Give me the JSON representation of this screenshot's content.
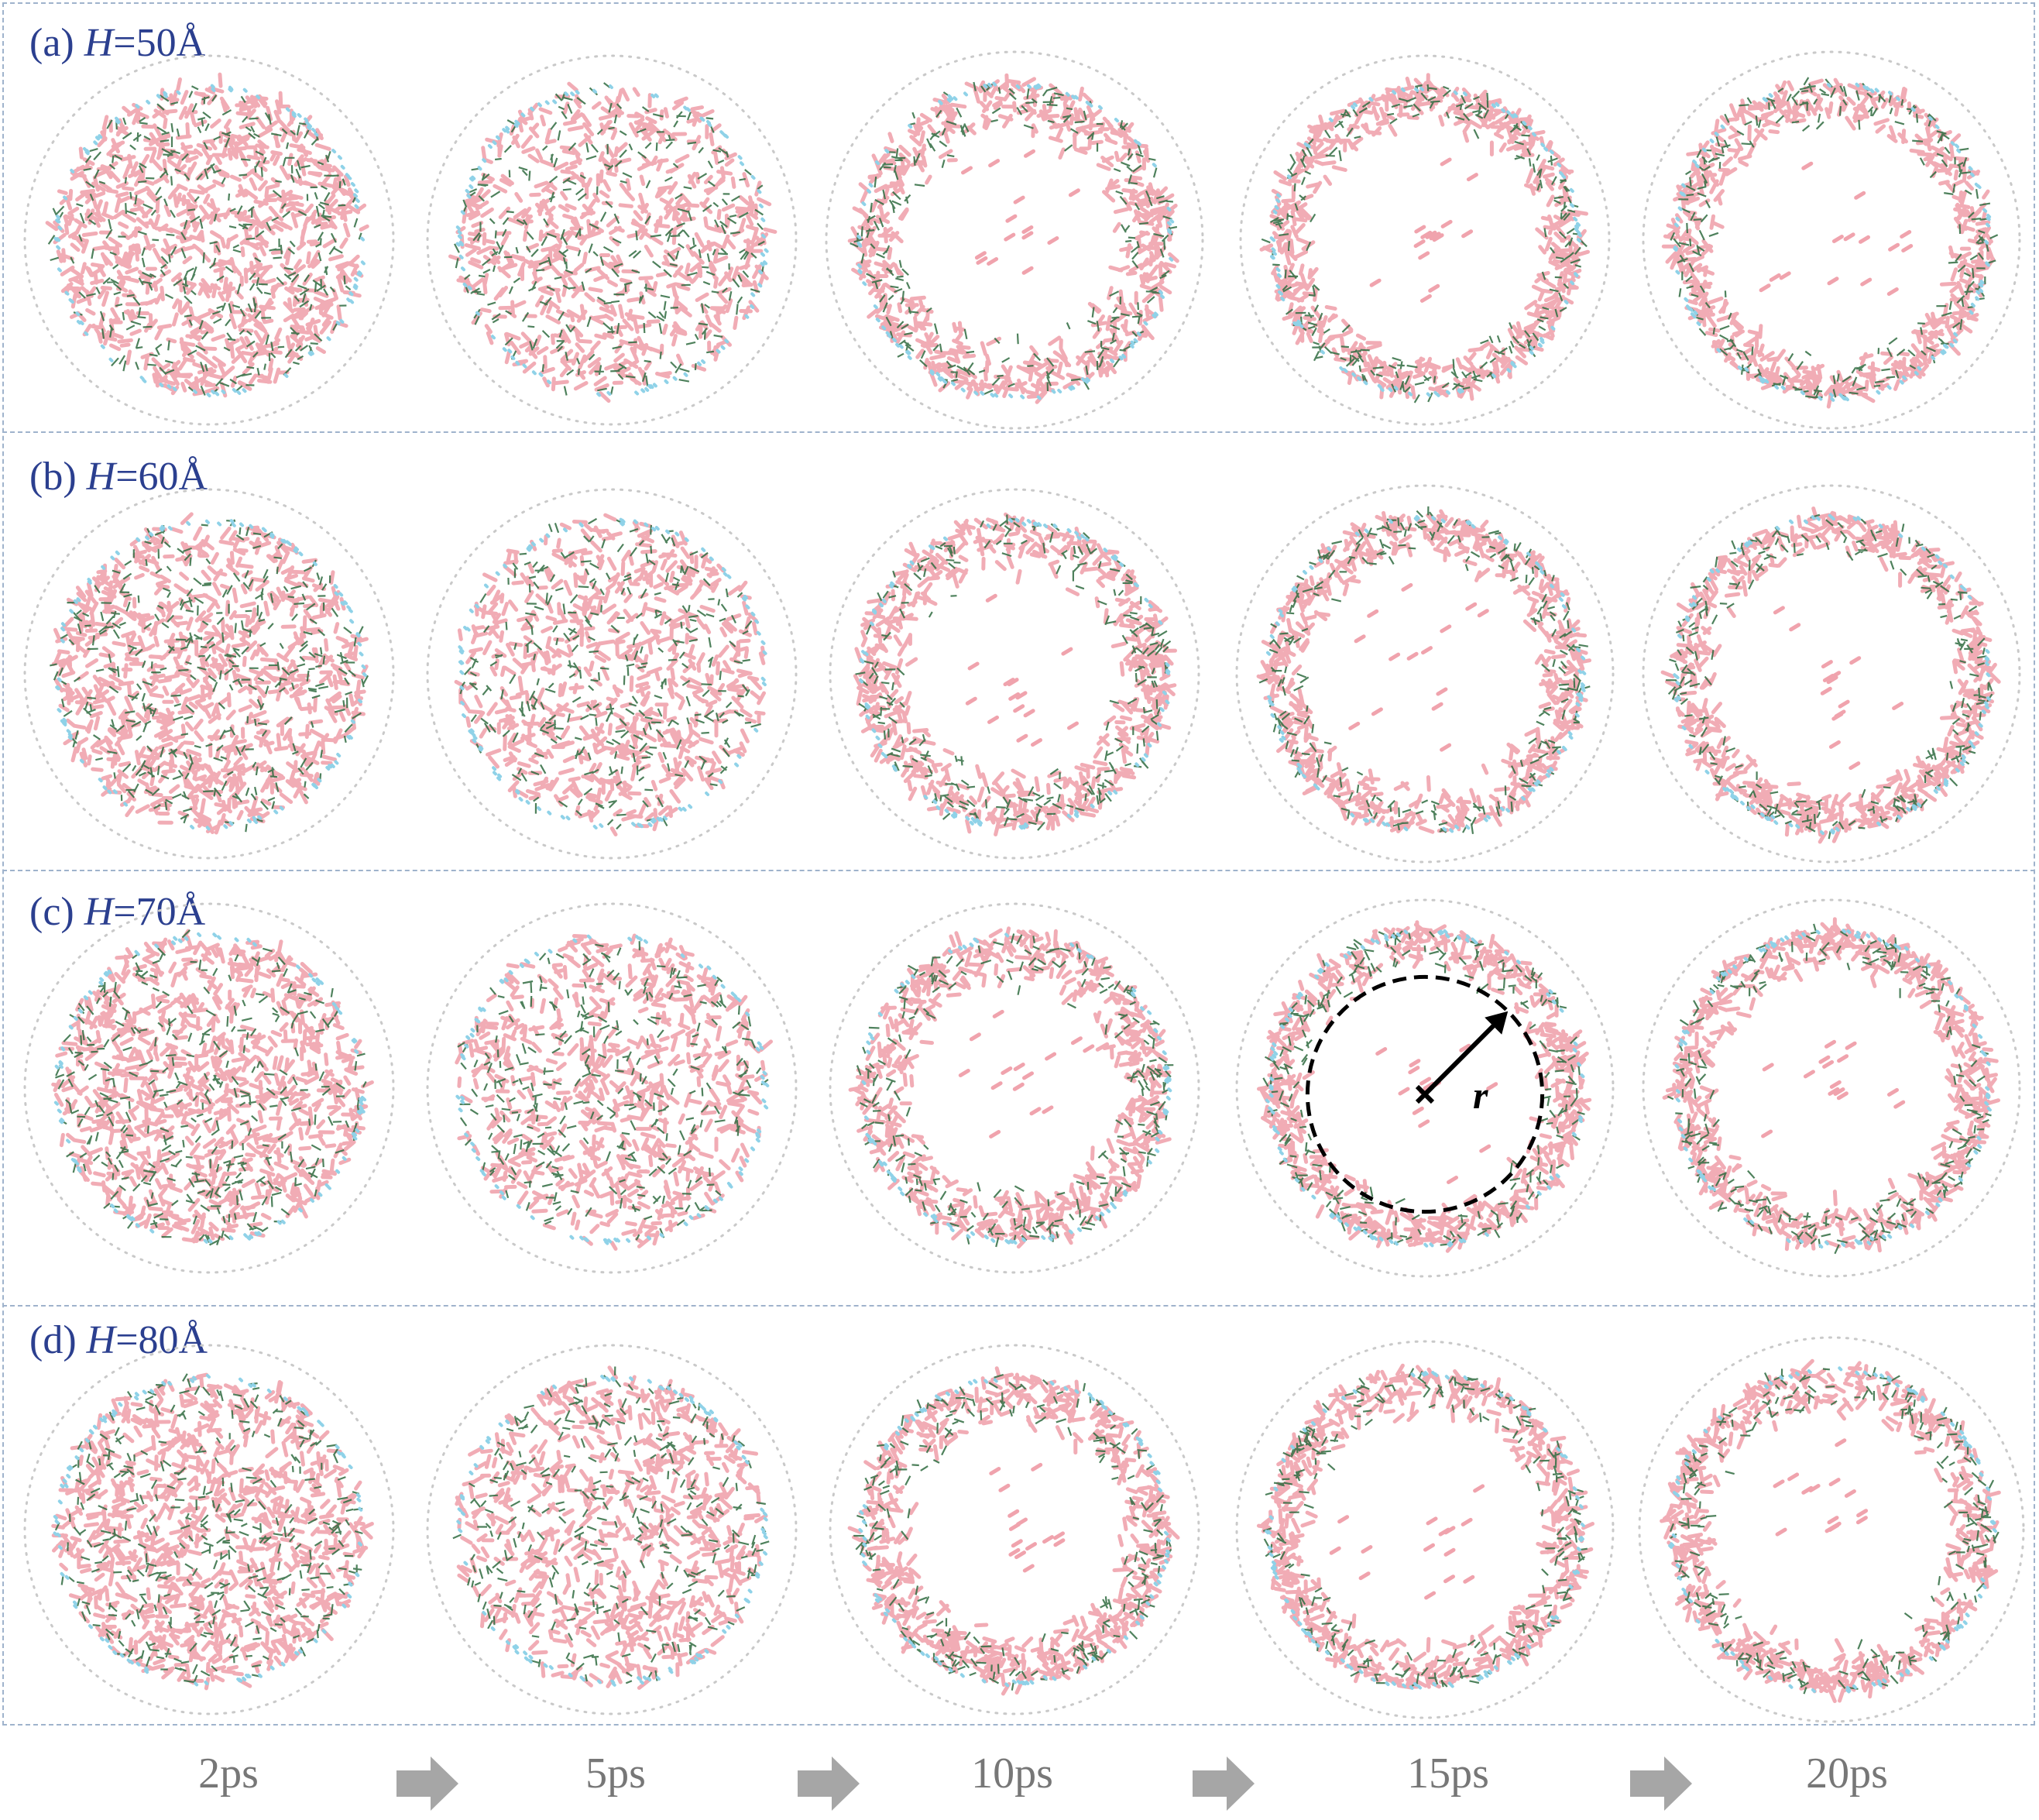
{
  "rows": [
    {
      "letter": "(a)",
      "var": "H",
      "value": "=50Å"
    },
    {
      "letter": "(b)",
      "var": "H",
      "value": "=60Å"
    },
    {
      "letter": "(c)",
      "var": "H",
      "value": "=70Å"
    },
    {
      "letter": "(d)",
      "var": "H",
      "value": "=80Å"
    }
  ],
  "times": [
    "2ps",
    "5ps",
    "10ps",
    "15ps",
    "20ps"
  ],
  "annotation": {
    "radius_symbol": "r"
  },
  "colors": {
    "label_blue": "#2b3f8f",
    "frame_dash": "#9fb3cc",
    "molecule_pink": "#f0a3ad",
    "molecule_green": "#2f6b3f",
    "molecule_cyan": "#8fd2e8",
    "wall_dots": "#c9c9c9",
    "arrow_gray": "#a6a6a6",
    "time_gray": "#777777"
  },
  "panel_state": [
    [
      "filled",
      "filled-sparse",
      "ring",
      "ring",
      "ring"
    ],
    [
      "filled",
      "filled-sparse",
      "ring",
      "ring",
      "ring"
    ],
    [
      "filled",
      "filled-sparse",
      "ring",
      "ring-annotated",
      "ring"
    ],
    [
      "filled",
      "filled-sparse",
      "ring",
      "ring",
      "ring"
    ]
  ]
}
